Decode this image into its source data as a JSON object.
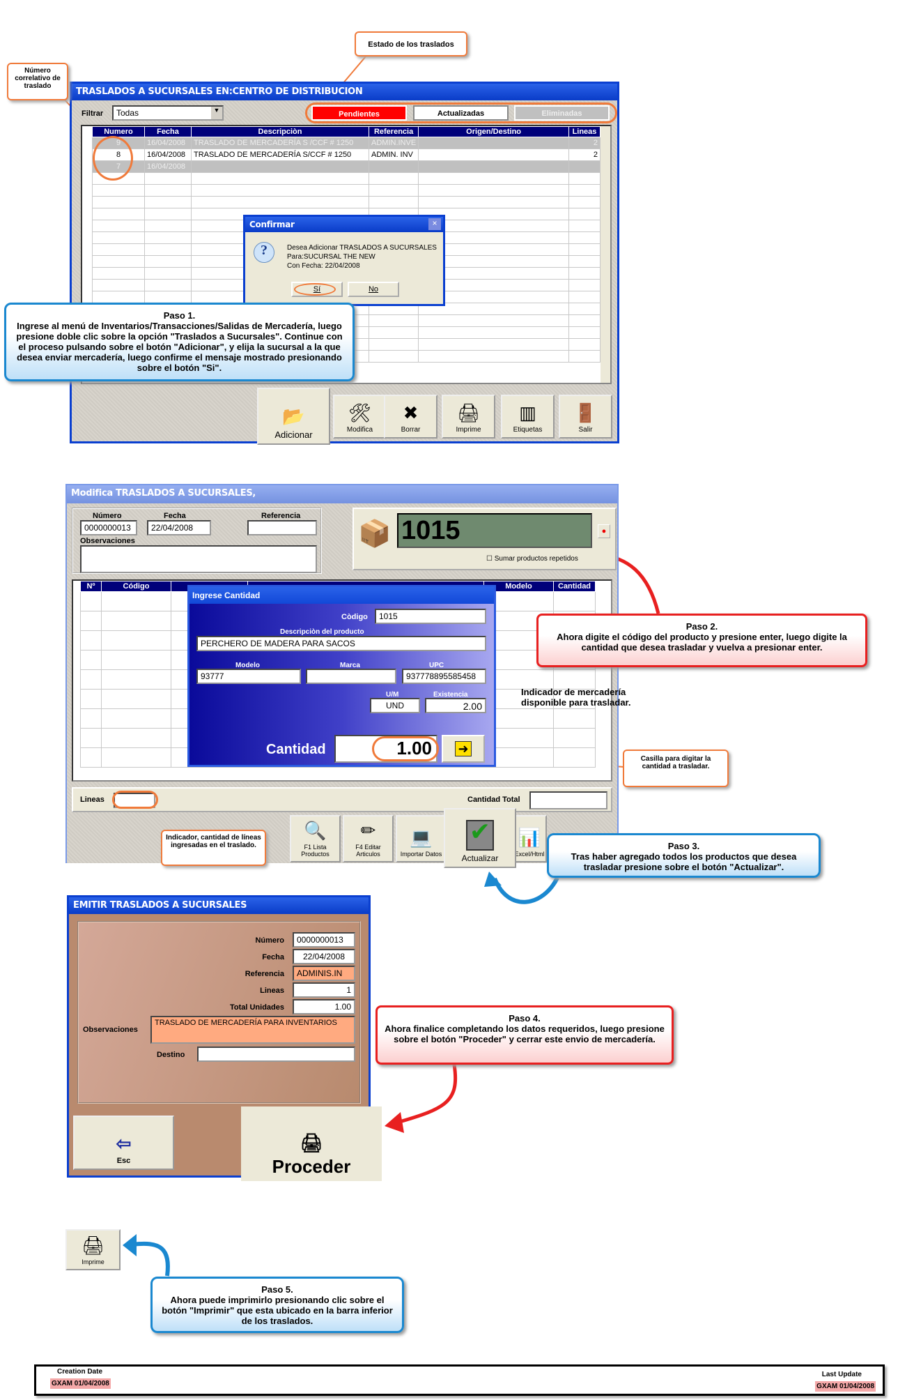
{
  "callouts": {
    "numero": "Número correlativo de traslado",
    "estado": "Estado de los traslados",
    "paso1_title": "Paso 1.",
    "paso1": "Ingrese al menú de Inventarios/Transacciones/Salidas de Mercadería, luego presione doble clic sobre la opción \"Traslados a Sucursales\". Continue con el proceso pulsando sobre el botón \"Adicionar\", y elija la sucursal a la que desea enviar mercadería, luego confirme el mensaje mostrado presionando sobre el botón \"Si\".",
    "paso2_title": "Paso 2.",
    "paso2": "Ahora digite el código del producto y presione enter, luego digite la cantidad que desea trasladar y vuelva a presionar enter.",
    "indicador_existencia": "Indicador de mercadería disponible para trasladar.",
    "casilla": "Casilla para digitar la cantidad a trasladar.",
    "indicador_lineas": "Indicador, cantidad de líneas ingresadas en el traslado.",
    "paso3_title": "Paso 3.",
    "paso3": "Tras haber agregado todos los productos que desea trasladar presione sobre el botón \"Actualizar\".",
    "paso4_title": "Paso 4.",
    "paso4": "Ahora finalice completando los datos requeridos, luego presione sobre el botón \"Proceder\" y cerrar este envio de mercadería.",
    "paso5_title": "Paso 5.",
    "paso5": "Ahora puede imprimirlo presionando clic sobre el botón \"Imprimir\" que esta ubicado en la barra inferior de los traslados."
  },
  "win1": {
    "title": "TRASLADOS A SUCURSALES EN:CENTRO DE DISTRIBUCION",
    "filter_label": "Filtrar",
    "filter_value": "Todas",
    "status": [
      "Pendientes",
      "Actualizadas",
      "Eliminadas"
    ],
    "columns": [
      "Numero",
      "Fecha",
      "Descripciòn",
      "Referencia",
      "Origen/Destino",
      "Lineas"
    ],
    "rows": [
      [
        "9",
        "16/04/2008",
        "TRASLADO DE MERCADERÍA S /CCF # 1250",
        "ADMIN.INVE",
        "",
        "2"
      ],
      [
        "8",
        "16/04/2008",
        "TRASLADO DE MERCADERÍA S/CCF # 1250",
        "ADMIN. INV",
        "",
        "2"
      ],
      [
        "7",
        "16/04/2008",
        "",
        "",
        "",
        ""
      ]
    ],
    "dialog": {
      "title": "Confirmar",
      "line1": "Desea Adicionar TRASLADOS A SUCURSALES",
      "line2": "Para:SUCURSAL THE NEW",
      "line3": "Con Fecha:  22/04/2008",
      "yes": "Sí",
      "no": "No"
    },
    "buttons": [
      "Adicionar",
      "Modifica",
      "Borrar",
      "Imprime",
      "Etiquetas",
      "Salir"
    ]
  },
  "win2": {
    "title": "Modifica TRASLADOS A SUCURSALES,",
    "numero_label": "Número",
    "numero": "0000000013",
    "fecha_label": "Fecha",
    "fecha": "22/04/2008",
    "referencia_label": "Referencia",
    "observaciones_label": "Observaciones",
    "code_display": "1015",
    "sumar_label": "Sumar productos repetidos",
    "columns": [
      "Nº",
      "Código",
      "",
      "",
      "Modelo",
      "Cantidad"
    ],
    "dialog": {
      "title": "Ingrese Cantidad",
      "codigo_label": "Còdigo",
      "codigo": "1015",
      "desc_label": "Descripciòn del producto",
      "desc": "PERCHERO DE MADERA PARA SACOS",
      "modelo_label": "Modelo",
      "modelo": "93777",
      "marca_label": "Marca",
      "marca": "",
      "upc_label": "UPC",
      "upc": "937778895585458",
      "um_label": "U/M",
      "um": "UND",
      "existencia_label": "Existencia",
      "existencia": "2.00",
      "cantidad_label": "Cantidad",
      "cantidad": "1.00"
    },
    "lineas_label": "Lineas",
    "cantidad_total_label": "Cantidad Total",
    "buttons": [
      "F1 Lista Productos",
      "F4 Editar Articulos",
      "Importar Datos",
      "Actualizar",
      "Excel/Html"
    ]
  },
  "win3": {
    "title": "EMITIR TRASLADOS A SUCURSALES",
    "fields": [
      {
        "label": "Número",
        "value": "0000000013"
      },
      {
        "label": "Fecha",
        "value": "22/04/2008"
      },
      {
        "label": "Referencia",
        "value": "ADMINIS.IN"
      },
      {
        "label": "Lineas",
        "value": "1"
      },
      {
        "label": "Total Unidades",
        "value": "1.00"
      }
    ],
    "observaciones_label": "Observaciones",
    "observaciones": "TRASLADO DE MERCADERÍA PARA INVENTARIOS",
    "destino_label": "Destino",
    "esc": "Esc",
    "proceder": "Proceder"
  },
  "imprime_label": "Imprime",
  "footer": {
    "creation_label": "Creation Date",
    "creation": "GXAM 01/04/2008",
    "update_label": "Last Update",
    "update": "GXAM 01/04/2008"
  }
}
